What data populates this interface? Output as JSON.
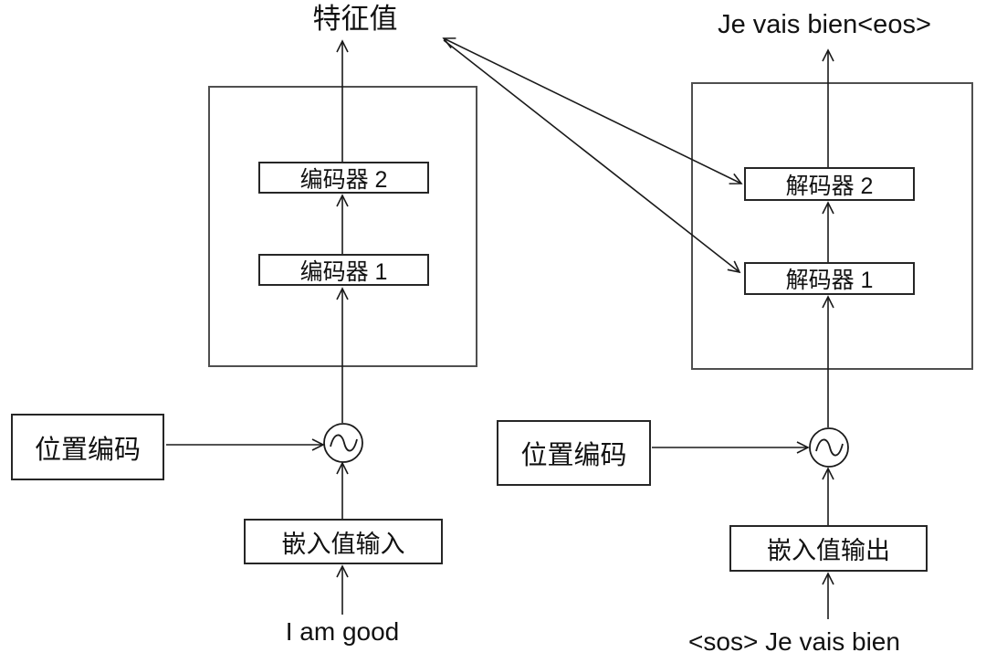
{
  "colors": {
    "background": "#ffffff",
    "line": "#1a1a1a",
    "outer_box_border": "#4f4f4f",
    "node_box_border": "#262626",
    "text": "#111111"
  },
  "encoder_side": {
    "output_label": "特征值",
    "blocks": [
      "编码器 2",
      "编码器 1"
    ],
    "position_encoding": "位置编码",
    "embedding": "嵌入值输入",
    "input": "I am good",
    "signal_icon": "sine-wave-add-icon"
  },
  "decoder_side": {
    "output_label": "Je vais bien<eos>",
    "blocks": [
      "解码器 2",
      "解码器 1"
    ],
    "position_encoding": "位置编码",
    "embedding": "嵌入值输出",
    "input": "<sos> Je vais bien",
    "signal_icon": "sine-wave-add-icon"
  }
}
